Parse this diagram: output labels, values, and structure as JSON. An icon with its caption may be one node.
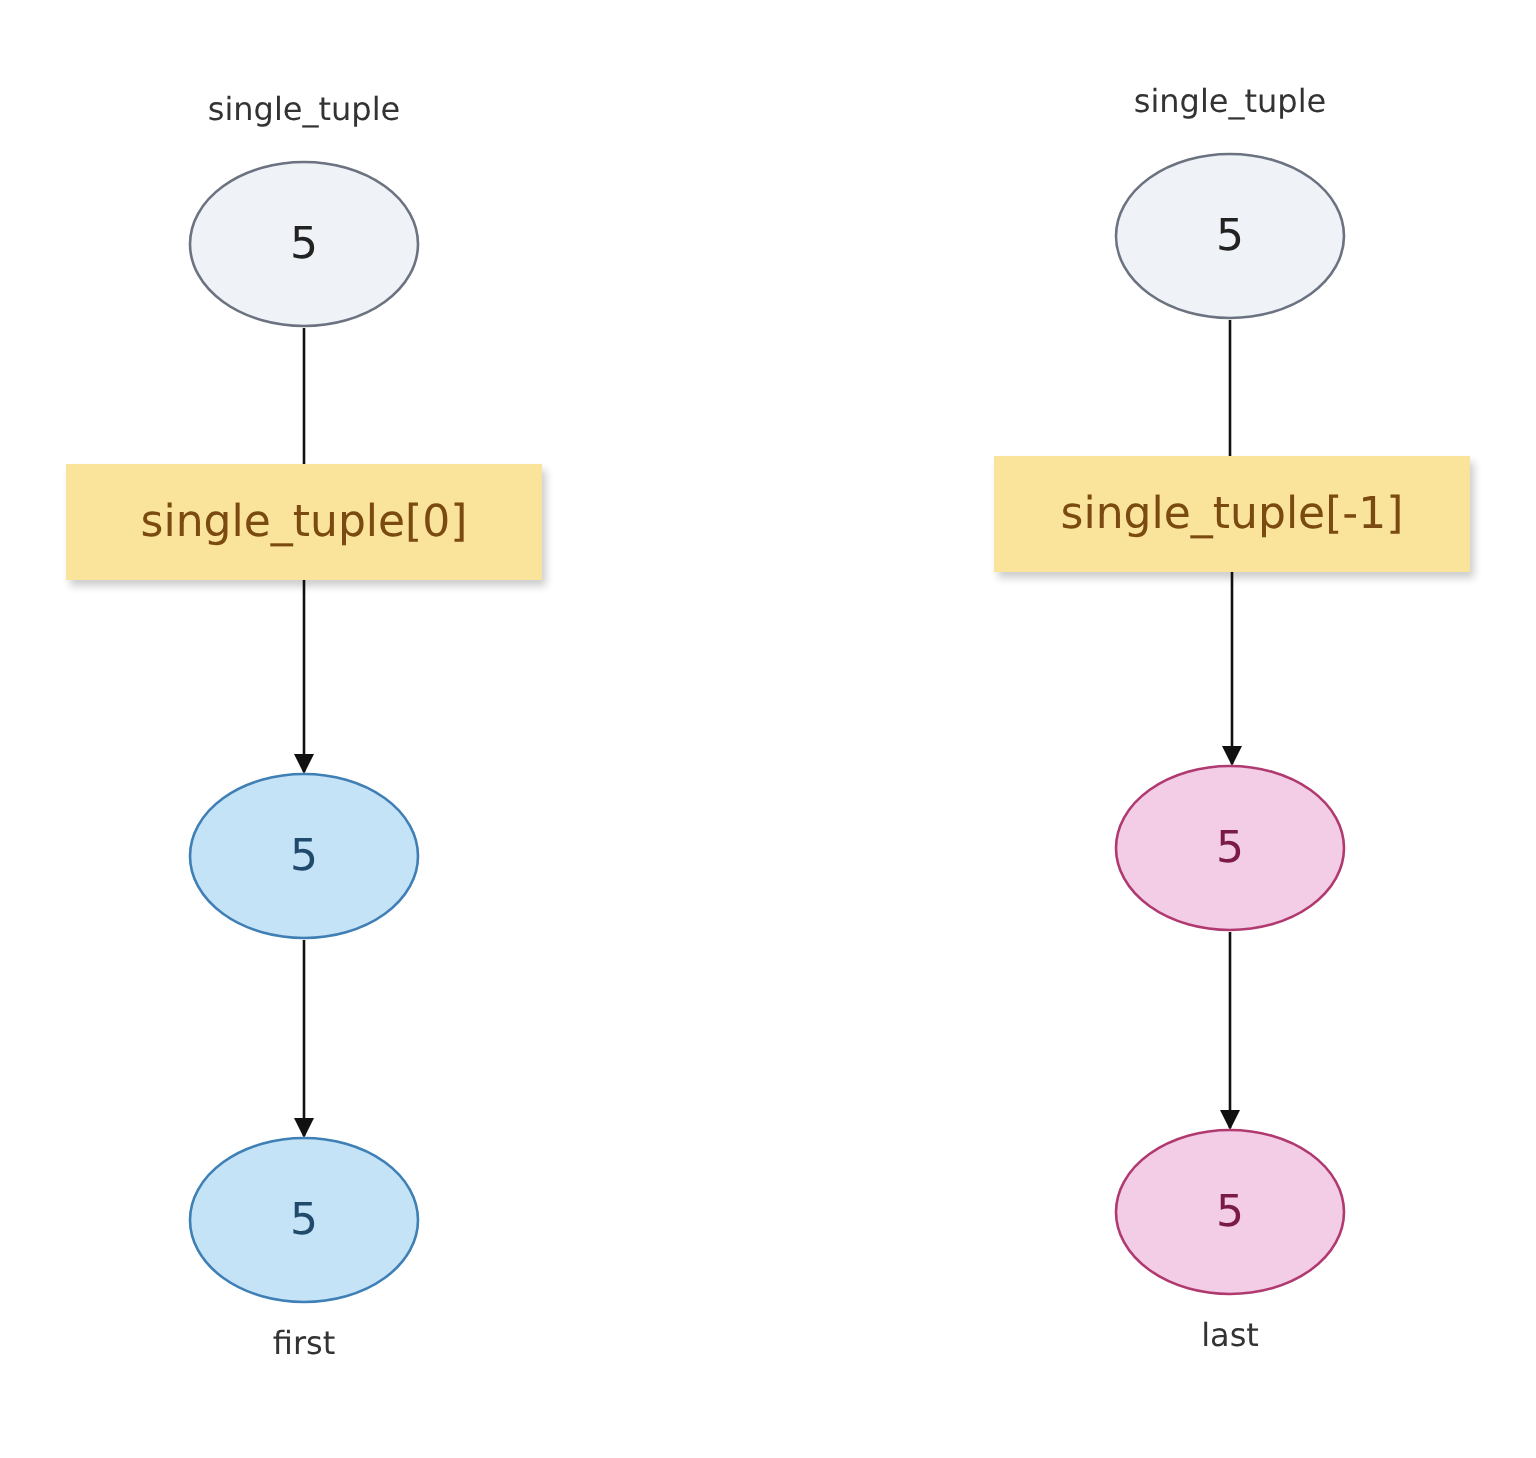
{
  "diagram": {
    "nodes": [
      {
        "text": [
          "single_tuple",
          "5"
        ]
      },
      {
        "text": [
          "single_tuple[0]"
        ]
      },
      {
        "text": [
          "5"
        ]
      },
      {
        "text": [
          "5"
        ],
        "beside": [
          "first"
        ]
      },
      {
        "text": [
          "single_tuple",
          "5"
        ]
      },
      {
        "text": [
          "single_tuple[-1]"
        ]
      },
      {
        "text": [
          "5"
        ]
      },
      {
        "text": [
          "5"
        ],
        "beside": [
          "last"
        ]
      }
    ],
    "edges": [
      {
        "from": 0,
        "to": 1,
        "arrow": "none"
      },
      {
        "from": 1,
        "to": 2,
        "arrow": "to"
      },
      {
        "from": 2,
        "to": 3,
        "arrow": "to"
      },
      {
        "from": 4,
        "to": 5,
        "arrow": "none"
      },
      {
        "from": 5,
        "to": 6,
        "arrow": "to"
      },
      {
        "from": 6,
        "to": 7,
        "arrow": "to"
      }
    ]
  }
}
